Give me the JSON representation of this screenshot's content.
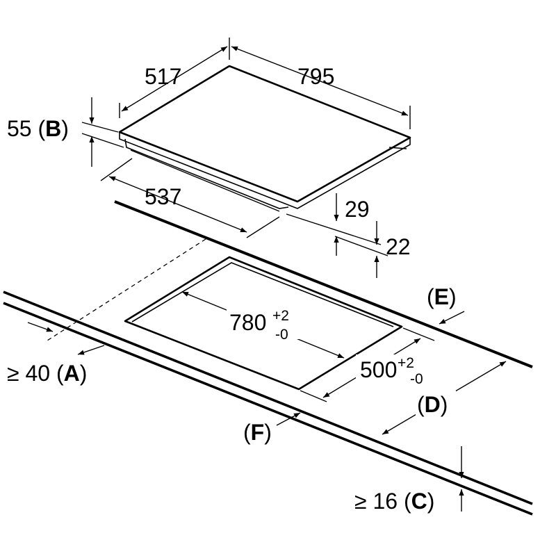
{
  "dimensions": {
    "hob_depth": "517",
    "hob_width": "795",
    "hob_height": "55",
    "hob_height_ref": "B",
    "underside_width": "537",
    "underside_step": "29",
    "frame_height": "22",
    "cutout_width": "780",
    "cutout_width_tol_plus": "+2",
    "cutout_width_tol_minus": "-0",
    "cutout_depth": "500",
    "cutout_depth_tol_plus": "+2",
    "cutout_depth_tol_minus": "-0",
    "min_front_distance": "≥ 40",
    "min_front_distance_ref": "A",
    "min_worktop_thickness": "≥ 16",
    "min_worktop_thickness_ref": "C",
    "ref_d": "D",
    "ref_e": "E",
    "ref_f": "F"
  },
  "colors": {
    "line": "#000000",
    "background": "#ffffff"
  }
}
